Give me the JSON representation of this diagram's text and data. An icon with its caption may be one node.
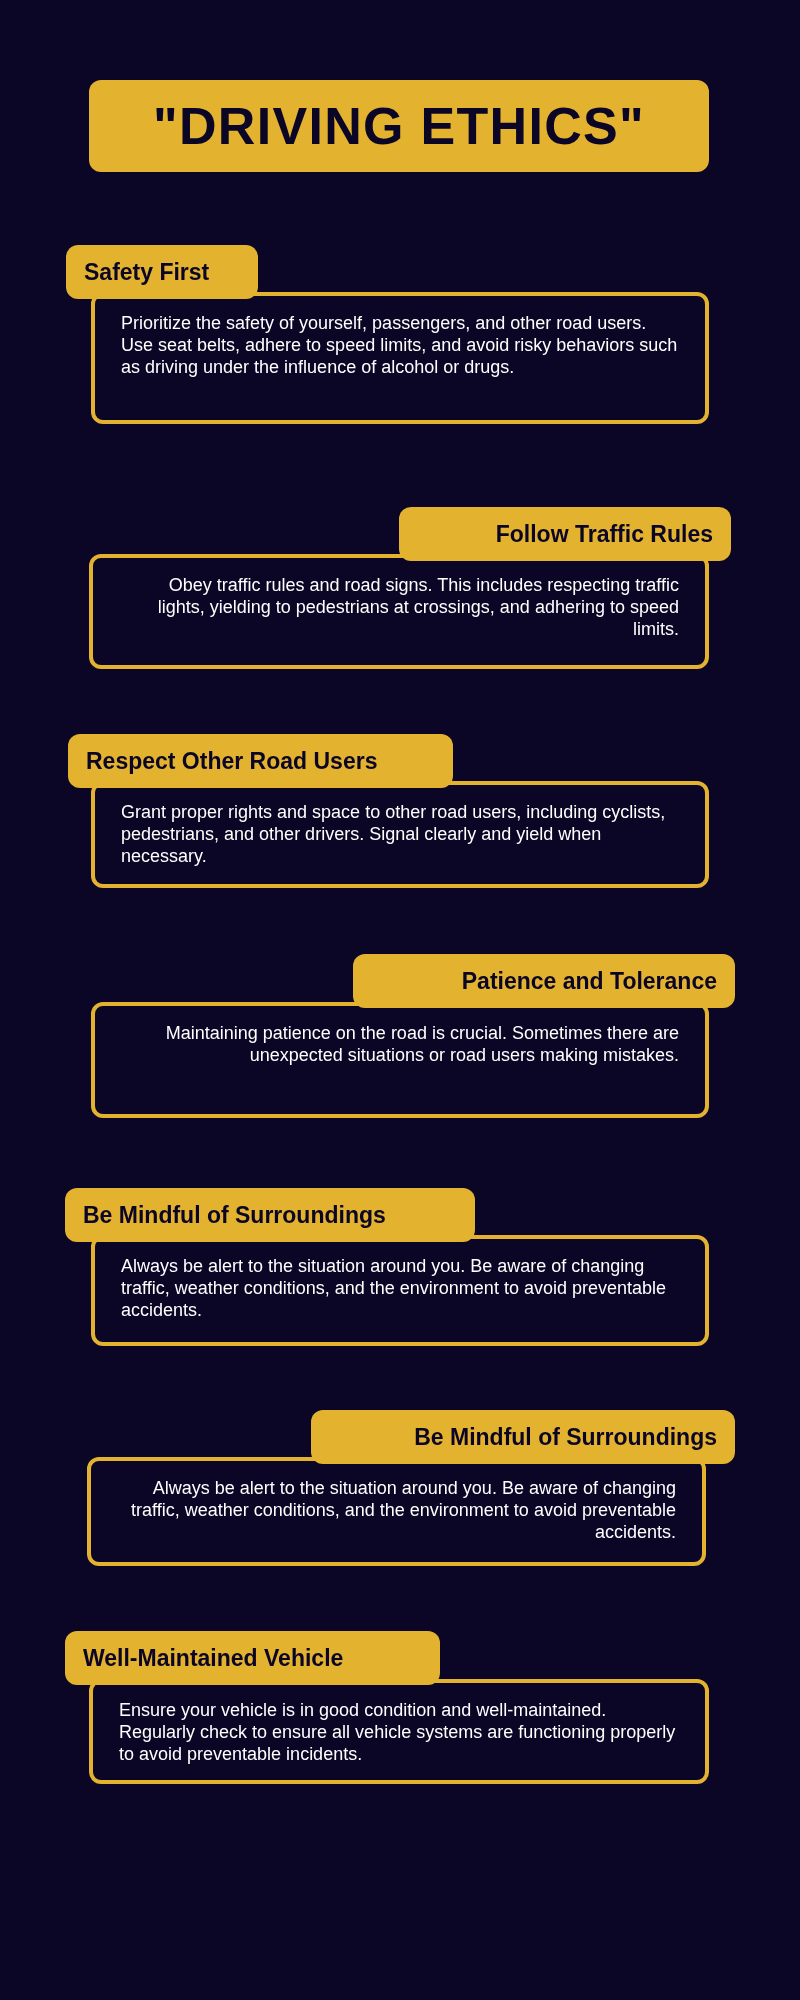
{
  "diagram": {
    "title": "\"DRIVING ETHICS\"",
    "nodes": [
      {
        "text": [
          "Safety First",
          "Prioritize the safety of yourself, passengers, and other road users. Use seat belts, adhere to speed limits, and avoid risky behaviors such as driving under the influence of alcohol or drugs."
        ]
      },
      {
        "text": [
          "Follow Traffic Rules",
          "Obey traffic rules and road signs. This includes respecting traffic lights, yielding to pedestrians at crossings, and adhering to speed limits."
        ]
      },
      {
        "text": [
          "Respect Other Road Users",
          "Grant proper rights and space to other road users, including cyclists, pedestrians, and other drivers. Signal clearly and yield when necessary."
        ]
      },
      {
        "text": [
          "Patience and Tolerance",
          "Maintaining patience on the road is crucial. Sometimes there are unexpected situations or road users making mistakes."
        ]
      },
      {
        "text": [
          "Be Mindful of Surroundings",
          "Always be alert to the situation around you. Be aware of changing traffic, weather conditions, and the environment to avoid preventable accidents."
        ]
      },
      {
        "text": [
          "Be Mindful of Surroundings",
          "Always be alert to the situation around you. Be aware of changing traffic, weather conditions, and the environment to avoid preventable accidents."
        ]
      },
      {
        "text": [
          "Well-Maintained Vehicle",
          "Ensure your vehicle is in good condition and well-maintained. Regularly check to ensure all vehicle systems are functioning properly to avoid preventable incidents."
        ]
      }
    ]
  }
}
